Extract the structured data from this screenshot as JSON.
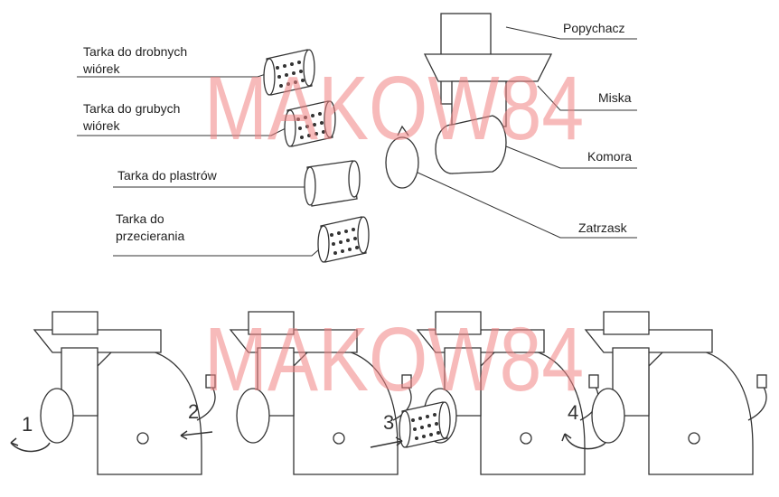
{
  "parts_left": [
    {
      "line1": "Tarka do drobnych",
      "line2": "wiórek"
    },
    {
      "line1": "Tarka do grubych",
      "line2": "wiórek"
    },
    {
      "line1": "Tarka do plastrów",
      "line2": ""
    },
    {
      "line1": "Tarka do",
      "line2": "przecierania"
    }
  ],
  "parts_right": [
    "Popychacz",
    "Miska",
    "Komora",
    "Zatrzask"
  ],
  "steps": [
    "1",
    "2",
    "3",
    "4"
  ],
  "watermark": "MAKOW84",
  "colors": {
    "line": "#333333",
    "watermark": "#f08282"
  }
}
